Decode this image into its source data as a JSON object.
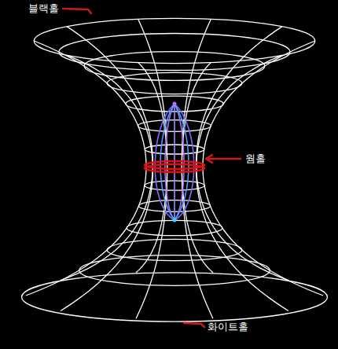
{
  "diagram": {
    "labels": [
      "블랙홀",
      "웜홀",
      "화이트홀"
    ]
  }
}
